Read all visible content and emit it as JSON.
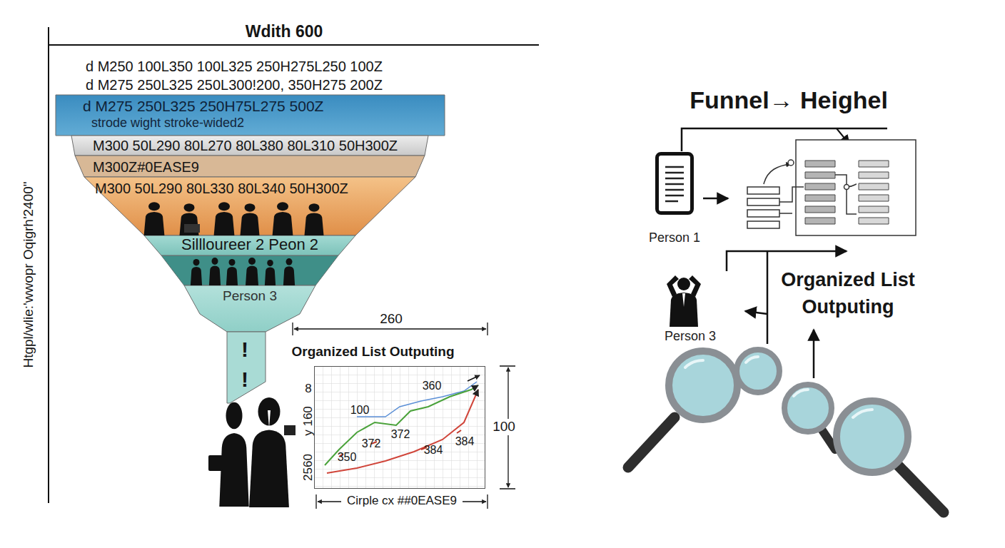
{
  "diagram": {
    "title": "Funnel→ Heighel",
    "nodes": [
      {
        "text": [
          "d M275 250L325 250H75L275 500Z",
          "strode wight stroke-wided2"
        ]
      },
      {
        "text": [
          "M300 50L290 80L270 80L380 80L310 50H300Z"
        ]
      },
      {
        "text": [
          "M300Z#0EASE9"
        ]
      },
      {
        "text": [
          "M300 50L290 80L330 80L340 50H300Z"
        ]
      },
      {
        "text": [
          "Sillloureer 2 Peon 2"
        ]
      },
      {
        "text": [
          "Person 3"
        ]
      },
      {
        "text": [
          "!",
          "!"
        ]
      },
      {
        "text": [
          "Organized List Outputing"
        ]
      },
      {
        "text": [
          "Person 1"
        ]
      },
      {
        "text": [
          "Person 3"
        ]
      }
    ],
    "labels": [
      "Wdith 600",
      "Htgpl/wlie:'wwopr Oqigrh'2400\"",
      "d M250 100L350 100L325 250H275L250 100Z",
      "d M275 250L325 250L300!200, 350H275 200Z",
      "260",
      "100",
      "8",
      "y 160",
      "2560",
      "Cirple cx ##0EASE9",
      "360",
      "100",
      "372",
      "372",
      "350",
      "384",
      "384",
      "Organized List Outputing"
    ]
  }
}
